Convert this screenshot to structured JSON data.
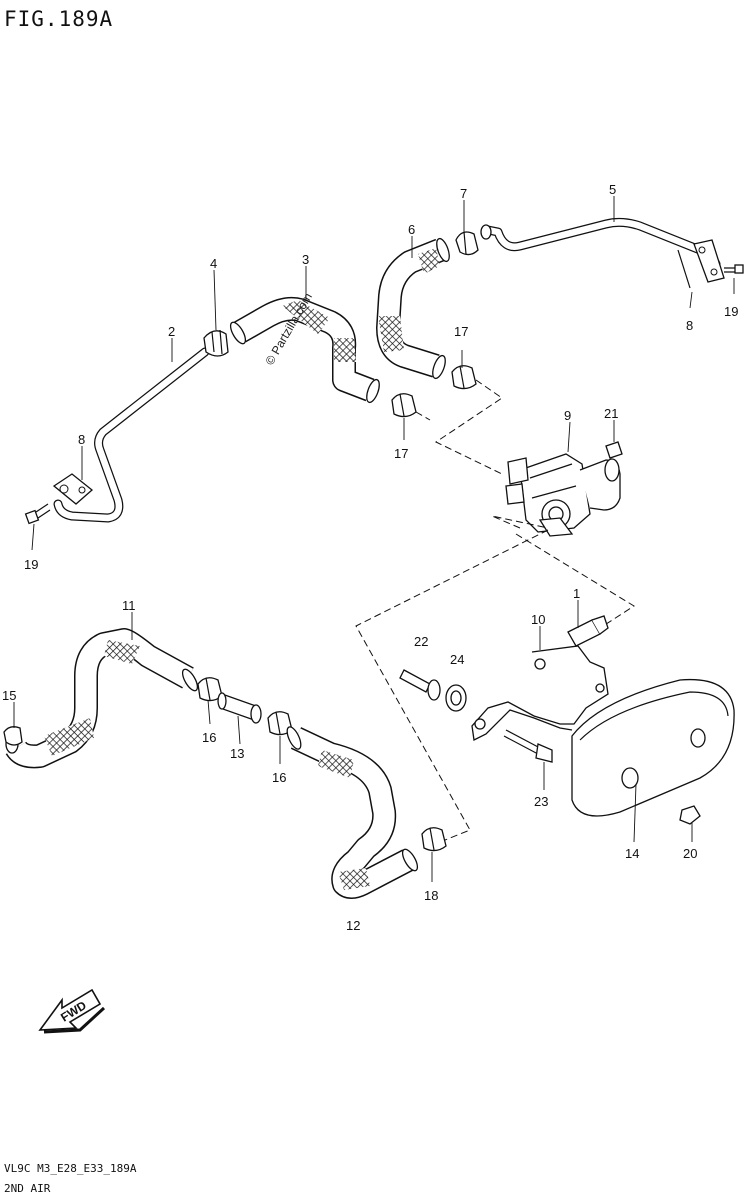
{
  "figure": {
    "title": "FIG.189A",
    "watermark": "© Partzilla.com",
    "fwd_label": "FWD",
    "footer_code": "VL9C M3_E28_E33_189A",
    "footer_caption": "2ND AIR"
  },
  "callouts": {
    "c1": "1",
    "c2": "2",
    "c3": "3",
    "c4": "4",
    "c5": "5",
    "c6": "6",
    "c7": "7",
    "c8a": "8",
    "c8b": "8",
    "c9": "9",
    "c10": "10",
    "c11": "11",
    "c12": "12",
    "c13": "13",
    "c14": "14",
    "c15": "15",
    "c16a": "16",
    "c16b": "16",
    "c17a": "17",
    "c17b": "17",
    "c18": "18",
    "c19a": "19",
    "c19b": "19",
    "c20": "20",
    "c21": "21",
    "c22": "22",
    "c23": "23",
    "c24": "24"
  }
}
